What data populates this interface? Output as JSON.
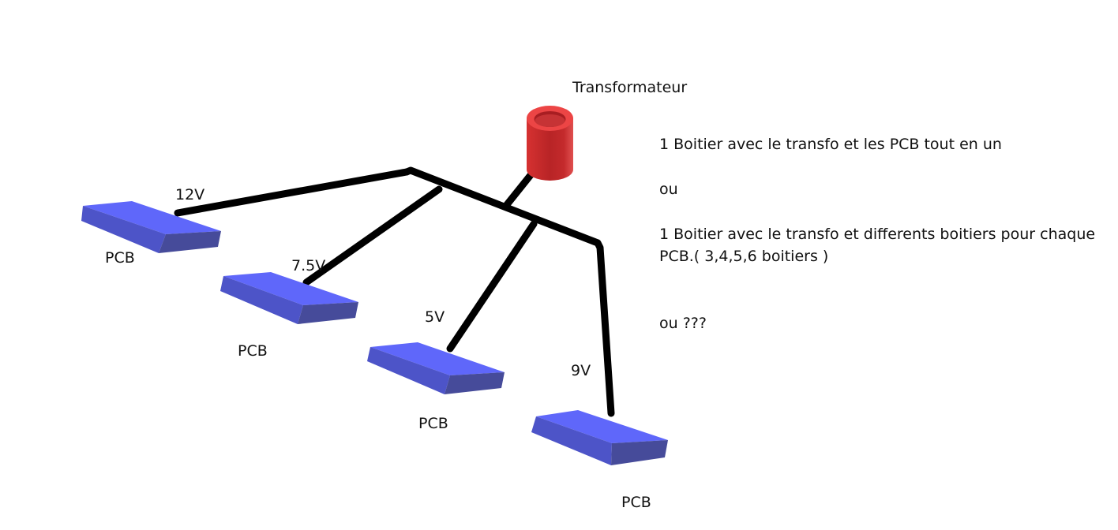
{
  "transformer": {
    "label": "Transformateur",
    "color": "#e03a3a"
  },
  "pcb_color": "#5a62f0",
  "wire_color": "#000000",
  "pcbs": [
    {
      "label": "PCB",
      "voltage": "12V"
    },
    {
      "label": "PCB",
      "voltage": "7.5V"
    },
    {
      "label": "PCB",
      "voltage": "5V"
    },
    {
      "label": "PCB",
      "voltage": "9V"
    }
  ],
  "notes": [
    "1 Boitier avec le transfo et les PCB tout en un",
    "ou",
    "1 Boitier avec le transfo et differents boitiers pour chaque PCB.( 3,4,5,6 boitiers )",
    "ou ???"
  ]
}
